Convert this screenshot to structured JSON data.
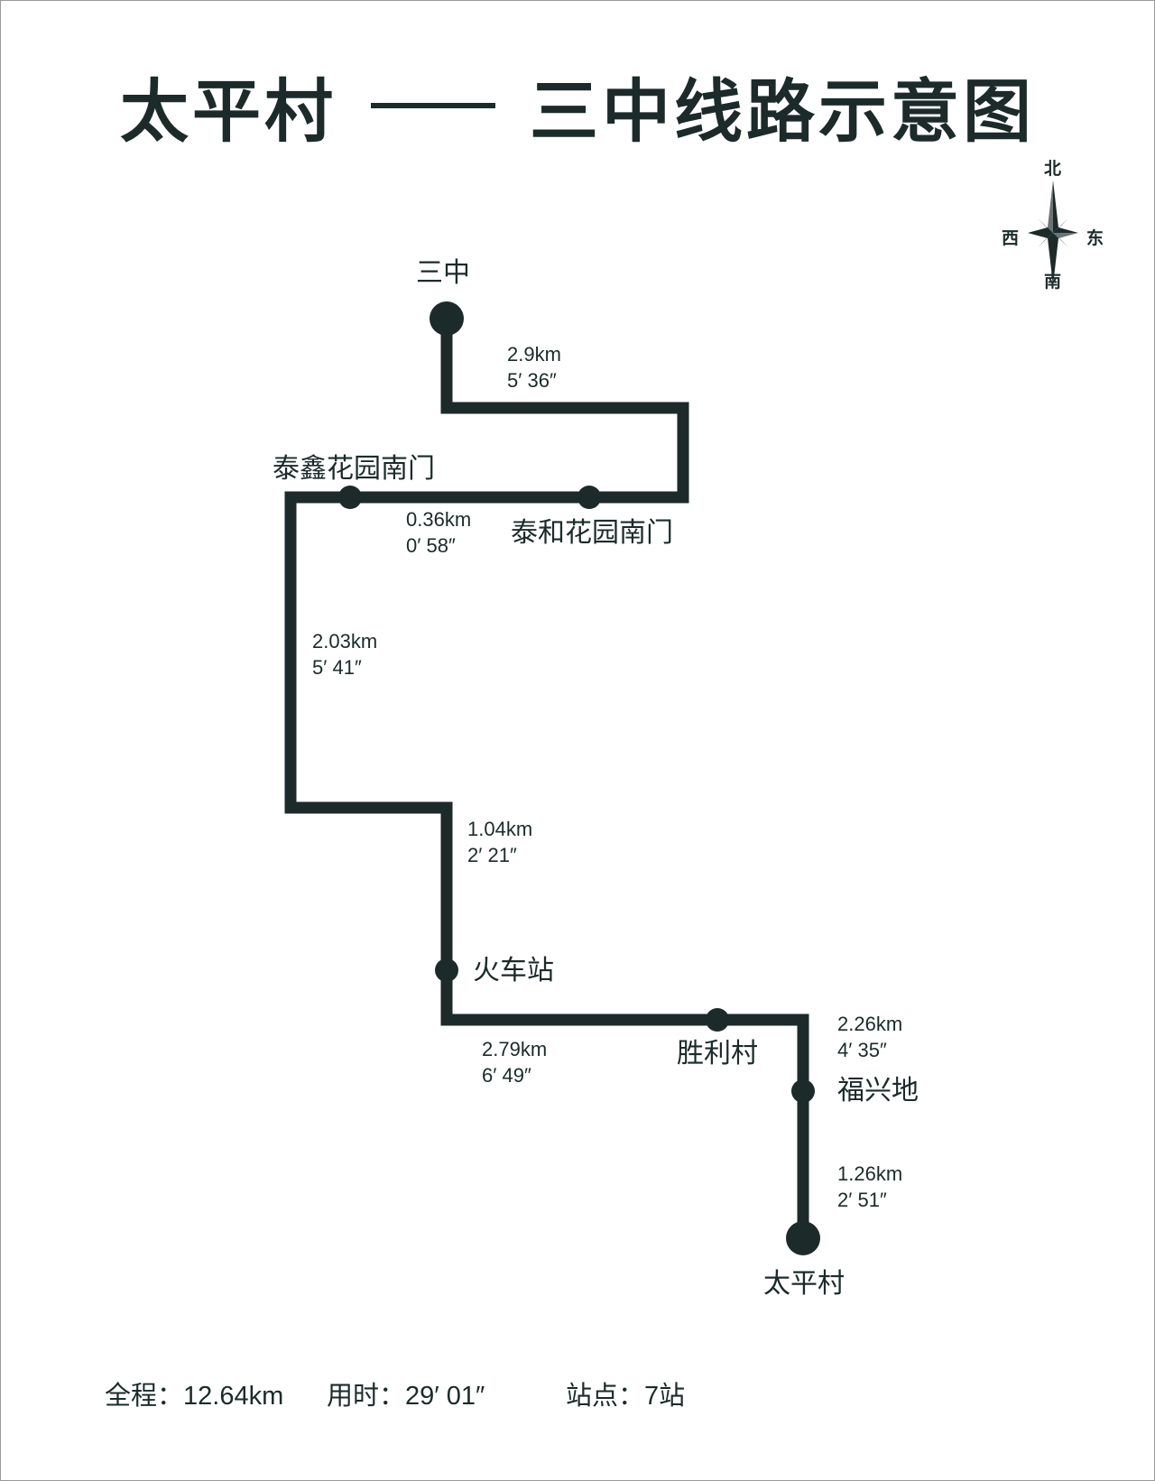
{
  "title": {
    "start": "太平村",
    "end": "三中线路示意图"
  },
  "compass": {
    "north": "北",
    "south": "南",
    "east": "东",
    "west": "西"
  },
  "colors": {
    "route": "#1c2a2a",
    "background": "#ffffff"
  },
  "stations": {
    "sanzhong": "三中",
    "taixin": "泰鑫花园南门",
    "taihe": "泰和花园南门",
    "huochezhan": "火车站",
    "shengli": "胜利村",
    "fuxingdi": "福兴地",
    "taipingcun": "太平村"
  },
  "segments": {
    "s1": {
      "distance": "2.9km",
      "time": "5′ 36″"
    },
    "s2": {
      "distance": "0.36km",
      "time": "0′ 58″"
    },
    "s3": {
      "distance": "2.03km",
      "time": "5′ 41″"
    },
    "s4": {
      "distance": "1.04km",
      "time": "2′ 21″"
    },
    "s5": {
      "distance": "2.79km",
      "time": "6′ 49″"
    },
    "s6": {
      "distance": "2.26km",
      "time": "4′ 35″"
    },
    "s7": {
      "distance": "1.26km",
      "time": "2′ 51″"
    }
  },
  "summary": {
    "total_label": "全程：",
    "total_value": "12.64km",
    "time_label": "用时：",
    "time_value": "29′ 01″",
    "stops_label": "站点：",
    "stops_value": "7站"
  }
}
